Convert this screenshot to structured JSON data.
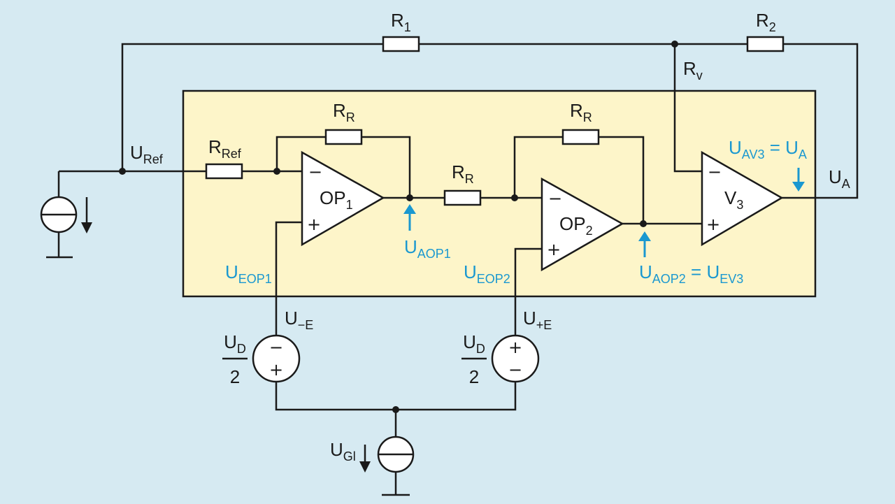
{
  "resistors": {
    "r1": {
      "base": "R",
      "sub": "1"
    },
    "r2": {
      "base": "R",
      "sub": "2"
    },
    "rv": {
      "base": "R",
      "sub": "v"
    },
    "rref": {
      "base": "R",
      "sub": "Ref"
    },
    "rr1": {
      "base": "R",
      "sub": "R"
    },
    "rr_mid": {
      "base": "R",
      "sub": "R"
    },
    "rr2": {
      "base": "R",
      "sub": "R"
    }
  },
  "amplifiers": {
    "op1": {
      "base": "OP",
      "sub": "1",
      "minus": "−",
      "plus": "+"
    },
    "op2": {
      "base": "OP",
      "sub": "2",
      "minus": "−",
      "plus": "+"
    },
    "v3": {
      "base": "V",
      "sub": "3",
      "minus": "−",
      "plus": "+"
    }
  },
  "nodes": {
    "uref": {
      "base": "U",
      "sub": "Ref"
    },
    "ua": {
      "base": "U",
      "sub": "A"
    },
    "u_minus_e": {
      "base": "U",
      "sub": "−E"
    },
    "u_plus_e": {
      "base": "U",
      "sub": "+E"
    },
    "ugl": {
      "base": "U",
      "sub": "Gl"
    }
  },
  "blue_labels": {
    "uaop1": {
      "base": "U",
      "sub": "AOP1"
    },
    "ueop1": {
      "base": "U",
      "sub": "EOP1"
    },
    "ueop2": {
      "base": "U",
      "sub": "EOP2"
    },
    "uaop2": {
      "base": "U",
      "sub": "AOP2",
      "eq": " = ",
      "base2": "U",
      "sub2": "EV3"
    },
    "uav3": {
      "base": "U",
      "sub": "AV3",
      "eq": " = ",
      "base2": "U",
      "sub2": "A"
    }
  },
  "sources": {
    "ud_left": {
      "num": "U",
      "num_sub": "D",
      "den": "2",
      "top_sign": "−",
      "bottom_sign": "+"
    },
    "ud_right": {
      "num": "U",
      "num_sub": "D",
      "den": "2",
      "top_sign": "+",
      "bottom_sign": "−"
    }
  },
  "colors": {
    "background": "#d6eaf2",
    "block": "#fdf5c9",
    "accent": "#1a98d0",
    "wire": "#1a1a1a"
  }
}
